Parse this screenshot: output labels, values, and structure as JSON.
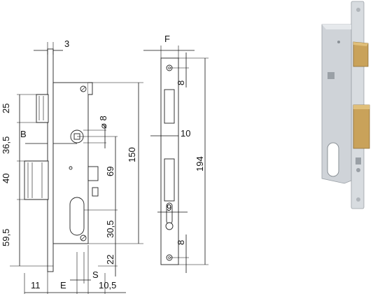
{
  "diagram": {
    "top_labels": {
      "thickness": "3",
      "faceplate_width": "F"
    },
    "left_dims": {
      "d1": "25",
      "d2": "36,5",
      "d3": "40",
      "d4": "59,5",
      "backset_letter": "B"
    },
    "bottom_dims": {
      "d1": "11",
      "d2": "E",
      "d3": "S",
      "d4": "10,5"
    },
    "inner_dims": {
      "hole_dia": "⌀ 8",
      "center_to_cyl": "69",
      "body_height": "150",
      "cyl_height": "30,5",
      "cyl_bottom": "22"
    },
    "faceplate_dims": {
      "top_screw": "8",
      "latch_pos": "10",
      "total": "194",
      "lower_gap": "9",
      "bottom_screw": "8"
    }
  },
  "photo": {
    "subject": "mortise-lock-photo"
  },
  "colors": {
    "line": "#111111",
    "brass": "#c9a25a",
    "steel": "#cfd3d8"
  }
}
